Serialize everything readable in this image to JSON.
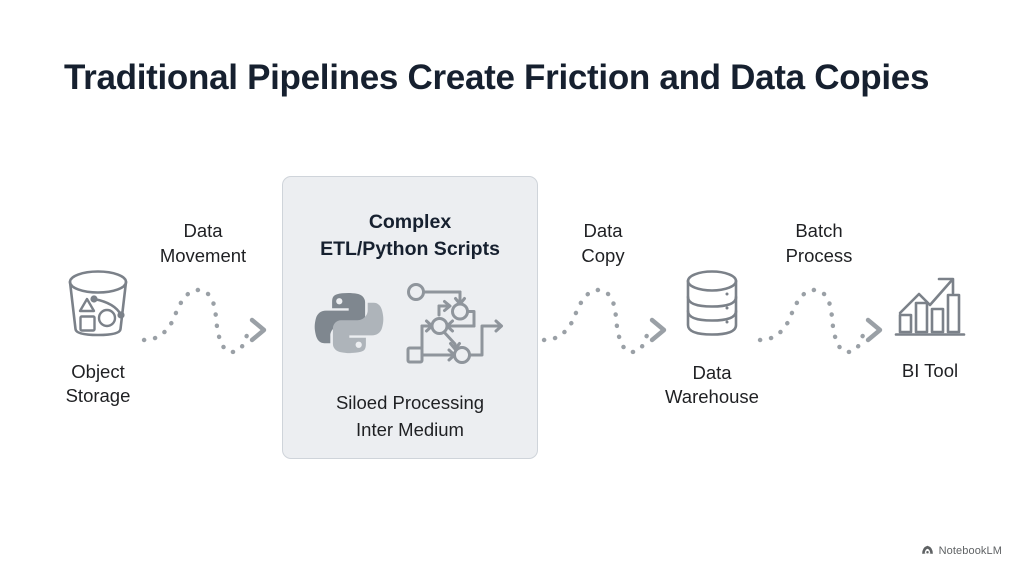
{
  "title": "Traditional Pipelines Create Friction and Data Copies",
  "theme": {
    "background": "#ffffff",
    "title_color": "#16202f",
    "label_color": "#1f2023",
    "icon_stroke": "#7b8189",
    "connector_color": "#9aa0a6",
    "box_fill": "#eceef1",
    "box_border": "#cfd4da",
    "python_dark": "#7f878f",
    "python_light": "#aeb4ba"
  },
  "flow": {
    "nodes": [
      {
        "id": "object-storage",
        "label": "Object\nStorage",
        "icon": "bucket-icon"
      },
      {
        "id": "data-warehouse",
        "label": "Data\nWarehouse",
        "icon": "database-cylinder-icon"
      },
      {
        "id": "bi-tool",
        "label": "BI Tool",
        "icon": "bar-chart-trend-icon"
      }
    ],
    "connectors": [
      {
        "id": "data-movement",
        "label": "Data\nMovement",
        "style": "dotted-s-curve-arrow"
      },
      {
        "id": "data-copy",
        "label": "Data\nCopy",
        "style": "dotted-s-curve-arrow"
      },
      {
        "id": "batch-process",
        "label": "Batch\nProcess",
        "style": "dotted-s-curve-arrow"
      }
    ]
  },
  "center_box": {
    "title": "Complex\nETL/Python Scripts",
    "caption": "Siloed Processing\nInter Medium",
    "icons": [
      "python-logo-icon",
      "tangled-workflow-icon"
    ]
  },
  "watermark": {
    "text": "NotebookLM",
    "icon": "notebooklm-icon"
  }
}
